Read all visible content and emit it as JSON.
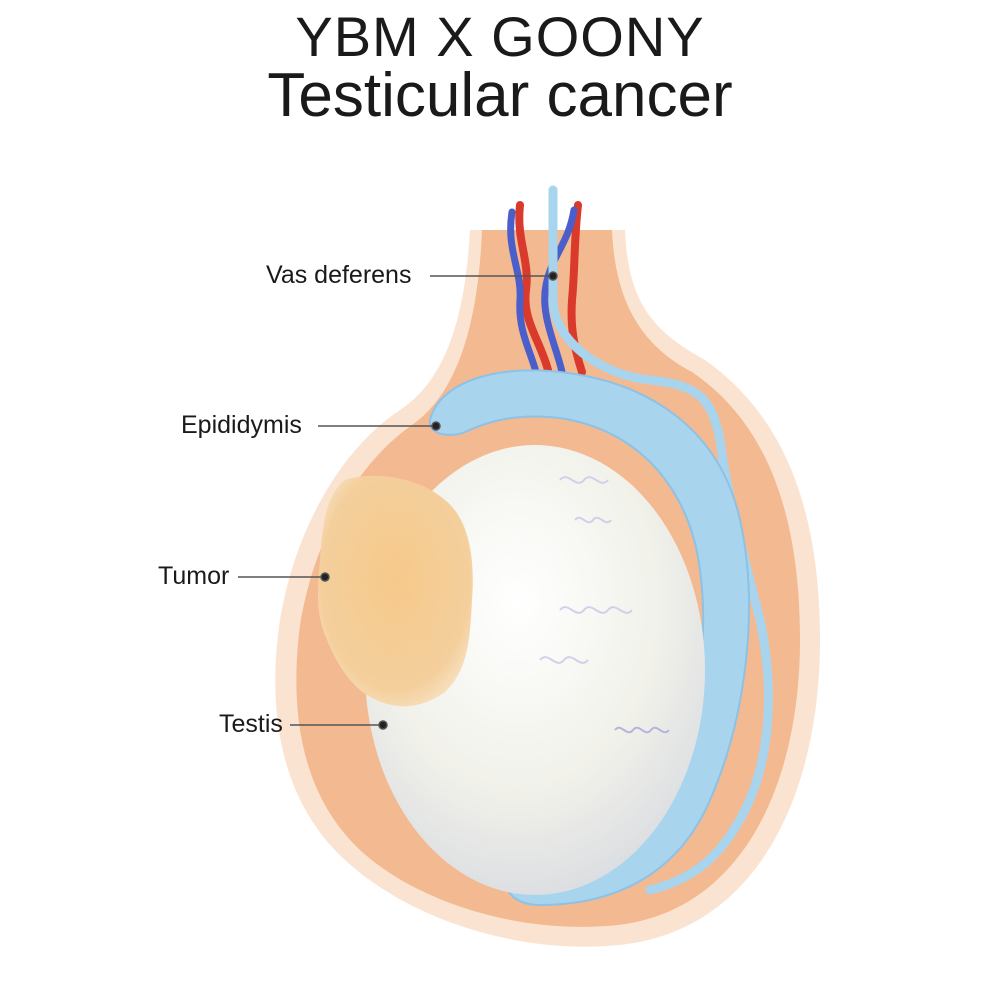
{
  "title": {
    "line1": "YBM X GOONY",
    "line2": "Testicular cancer"
  },
  "labels": {
    "vas_deferens": "Vas deferens",
    "epididymis": "Epididymis",
    "tumor": "Tumor",
    "testis": "Testis"
  },
  "colors": {
    "scrotum": "#f2b48a",
    "epididymis": "#a9d4ee",
    "testis": "#f3f3ec",
    "tumor": "#f3c98e",
    "artery": "#d93a2b",
    "vein": "#4a5fc9"
  }
}
